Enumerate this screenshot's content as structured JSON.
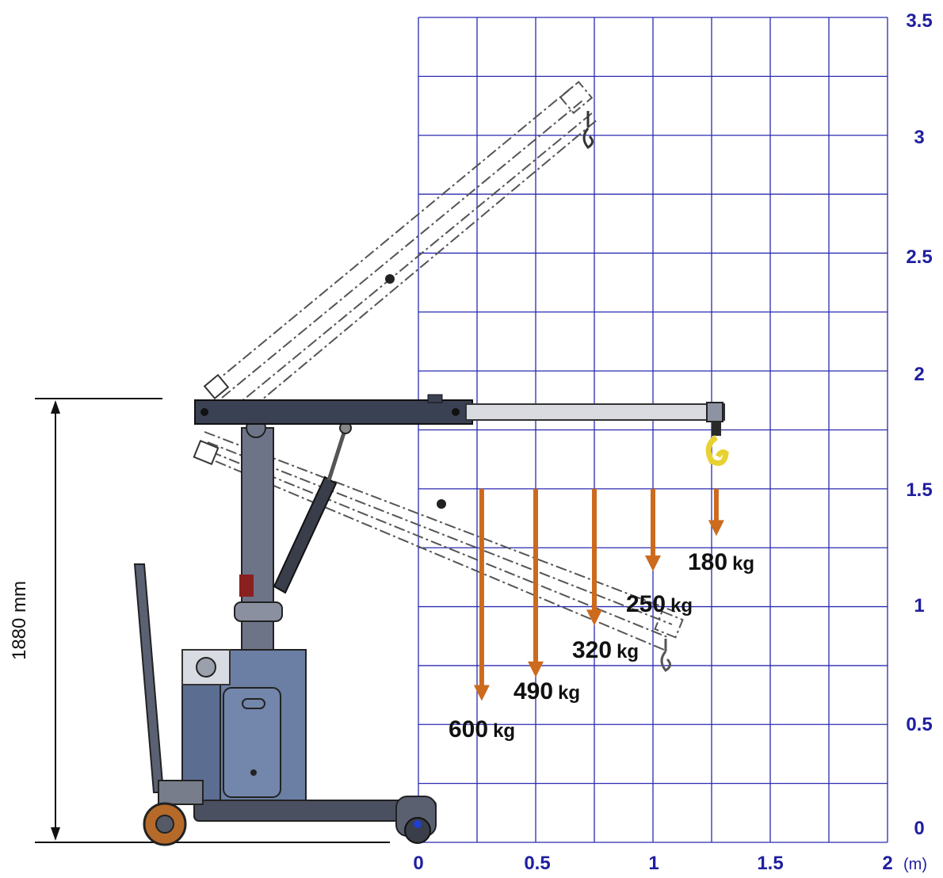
{
  "colors": {
    "grid": "#2a2ab0",
    "axis_text": "#1f1fa0",
    "arrow": "#cc6a1e",
    "crane_body": "#5b6e92",
    "crane_arm": "#3a4152",
    "hook": "#e8d233"
  },
  "axes": {
    "x": {
      "unit_label": "(m)",
      "ticks": [
        "0",
        "0.5",
        "1",
        "1.5",
        "2"
      ],
      "range": [
        0,
        2
      ]
    },
    "y": {
      "ticks": [
        "0",
        "0.5",
        "1",
        "1.5",
        "2",
        "2.5",
        "3",
        "3.5"
      ],
      "range": [
        0,
        3.5
      ]
    }
  },
  "dimension": {
    "label": "1880 mm",
    "value_mm": 1880
  },
  "loads": [
    {
      "id": "load-600",
      "value": "600",
      "unit": "kg",
      "reach_m": 0.27,
      "top_m": 1.5,
      "tip_m": 0.6
    },
    {
      "id": "load-490",
      "value": "490",
      "unit": "kg",
      "reach_m": 0.5,
      "top_m": 1.5,
      "tip_m": 0.7
    },
    {
      "id": "load-320",
      "value": "320",
      "unit": "kg",
      "reach_m": 0.75,
      "top_m": 1.5,
      "tip_m": 0.92
    },
    {
      "id": "load-250",
      "value": "250",
      "unit": "kg",
      "reach_m": 1.0,
      "top_m": 1.5,
      "tip_m": 1.15
    },
    {
      "id": "load-180",
      "value": "180",
      "unit": "kg",
      "reach_m": 1.27,
      "top_m": 1.5,
      "tip_m": 1.3
    }
  ],
  "icons": [
    "hook-icon",
    "wheel-icon",
    "hydraulic-pump-icon",
    "tow-handle-icon"
  ]
}
